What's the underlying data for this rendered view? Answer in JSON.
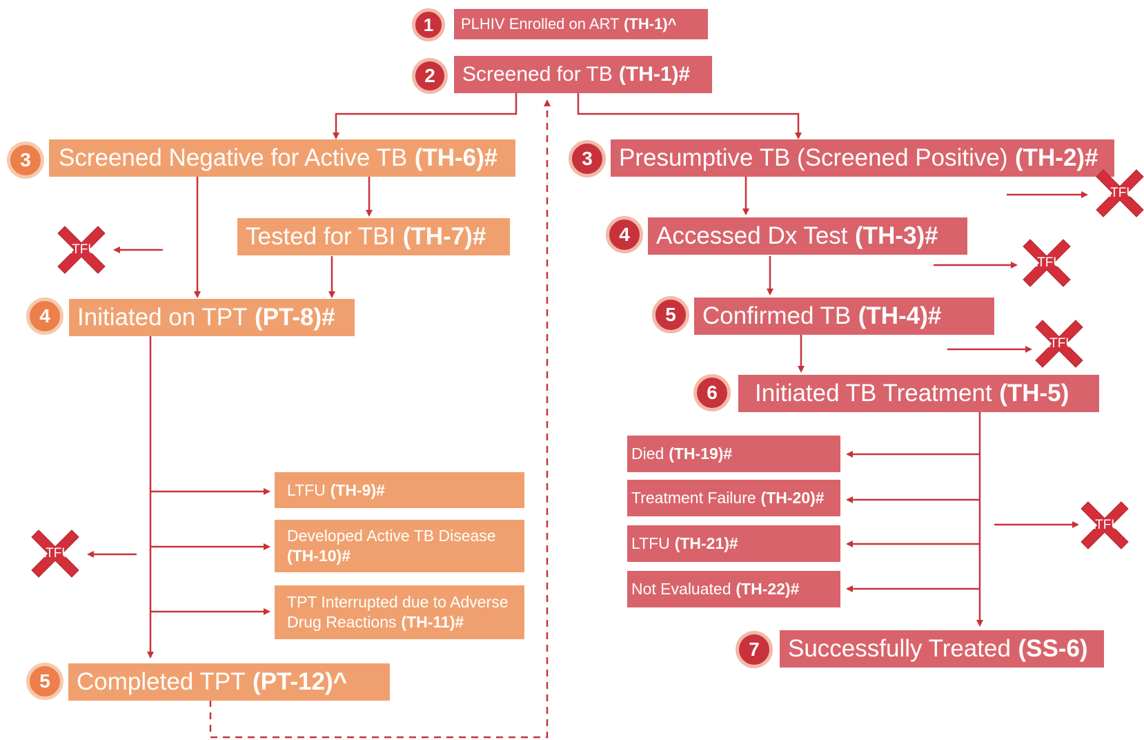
{
  "colors": {
    "red_box": "#d9636b",
    "orange_box": "#f0a06e",
    "arrow": "#c8323b",
    "ltfu_x": "#d32f3b"
  },
  "ltfu_label": "LTFU",
  "boxes": {
    "b1": {
      "num": "1",
      "label": "PLHIV Enrolled on ART",
      "code": "(TH-1)^"
    },
    "b2": {
      "num": "2",
      "label": "Screened for TB",
      "code": "(TH-1)#"
    },
    "b3l": {
      "num": "3",
      "label": "Screened Negative for Active TB",
      "code": "(TH-6)#"
    },
    "b3r": {
      "num": "3",
      "label": "Presumptive TB (Screened Positive)",
      "code": "(TH-2)#"
    },
    "tbi": {
      "label": "Tested for TBI",
      "code": "(TH-7)#"
    },
    "b4l": {
      "num": "4",
      "label": "Initiated on TPT",
      "code": "(PT-8)#"
    },
    "b4r": {
      "num": "4",
      "label": "Accessed Dx Test",
      "code": "(TH-3)#"
    },
    "b5r": {
      "num": "5",
      "label": "Confirmed TB",
      "code": "(TH-4)#"
    },
    "b6r": {
      "num": "6",
      "label": "Initiated TB Treatment",
      "code": "(TH-5)"
    },
    "ltfu9": {
      "label": "LTFU",
      "code": "(TH-9)#"
    },
    "dev10": {
      "label": "Developed Active TB Disease",
      "code": "(TH-10)#"
    },
    "tpt11": {
      "label": "TPT Interrupted due to Adverse Drug Reactions",
      "code": "(TH-11)#"
    },
    "b5l": {
      "num": "5",
      "label": "Completed TPT",
      "code": "(PT-12)^"
    },
    "died": {
      "label": "Died",
      "code": "(TH-19)#"
    },
    "fail": {
      "label": "Treatment Failure",
      "code": "(TH-20)#"
    },
    "ltfu21": {
      "label": "LTFU",
      "code": "(TH-21)#"
    },
    "noteval": {
      "label": "Not Evaluated",
      "code": "(TH-22)#"
    },
    "b7r": {
      "num": "7",
      "label": "Successfully Treated",
      "code": "(SS-6)"
    }
  }
}
